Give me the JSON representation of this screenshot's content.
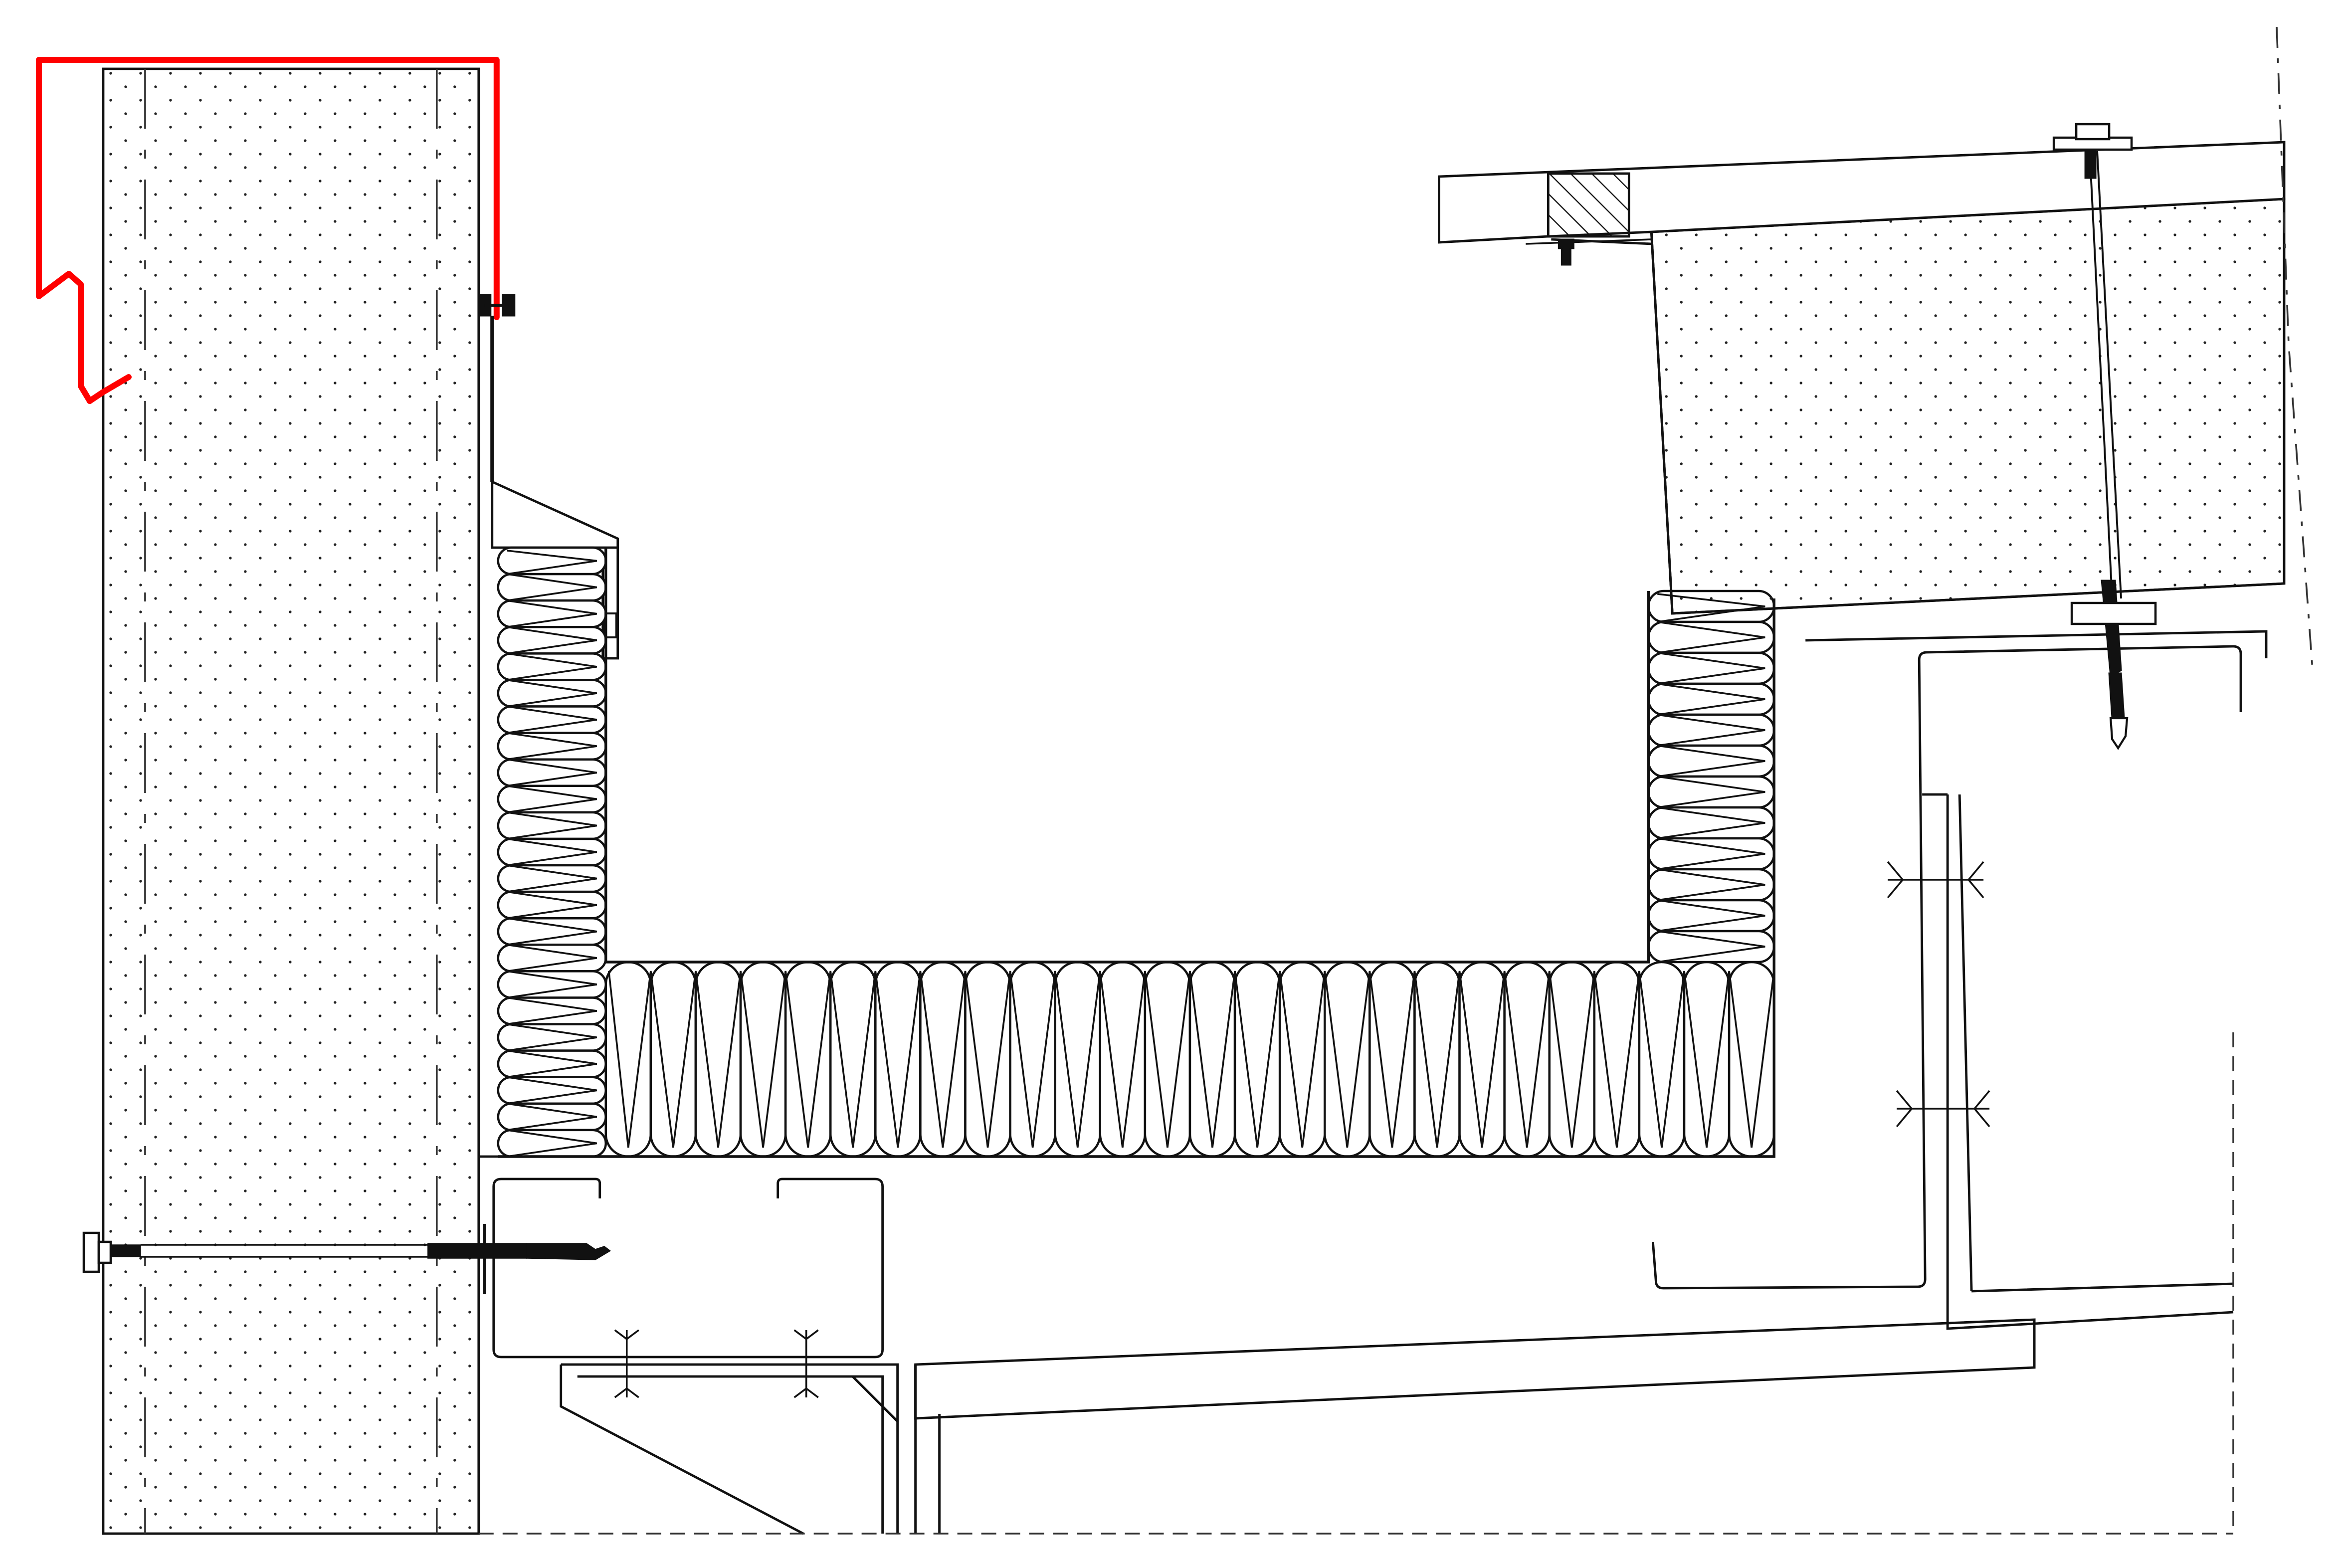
{
  "drawing": {
    "colors": {
      "linework": "#111111",
      "flashing": "#ff0000",
      "background": "#ffffff"
    },
    "components": [
      "left-wall-panel",
      "red-capping-flashing",
      "gutter-support-bracket",
      "gutter-insulation",
      "lower-c-purlins",
      "roof-sandwich-panel",
      "right-c-purlin",
      "roof-through-fastener",
      "panel-fasteners",
      "weld-symbols"
    ]
  }
}
